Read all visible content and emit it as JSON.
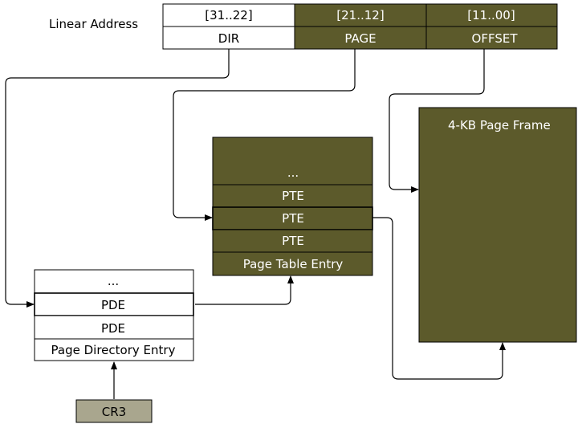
{
  "colors": {
    "olive": "#5c5a2b",
    "cr3_fill": "#a9a68e",
    "white": "#ffffff",
    "stroke": "#000000"
  },
  "linear_address": {
    "label": "Linear Address",
    "fields": [
      {
        "bits": "[31..22]",
        "name": "DIR"
      },
      {
        "bits": "[21..12]",
        "name": "PAGE"
      },
      {
        "bits": "[11..00]",
        "name": "OFFSET"
      }
    ]
  },
  "page_table": {
    "rows": [
      "...",
      "PTE",
      "PTE",
      "PTE",
      "Page Table Entry"
    ]
  },
  "page_directory": {
    "rows": [
      "...",
      "PDE",
      "PDE",
      "Page Directory Entry"
    ]
  },
  "page_frame": {
    "label": "4-KB Page Frame"
  },
  "cr3": {
    "label": "CR3"
  }
}
